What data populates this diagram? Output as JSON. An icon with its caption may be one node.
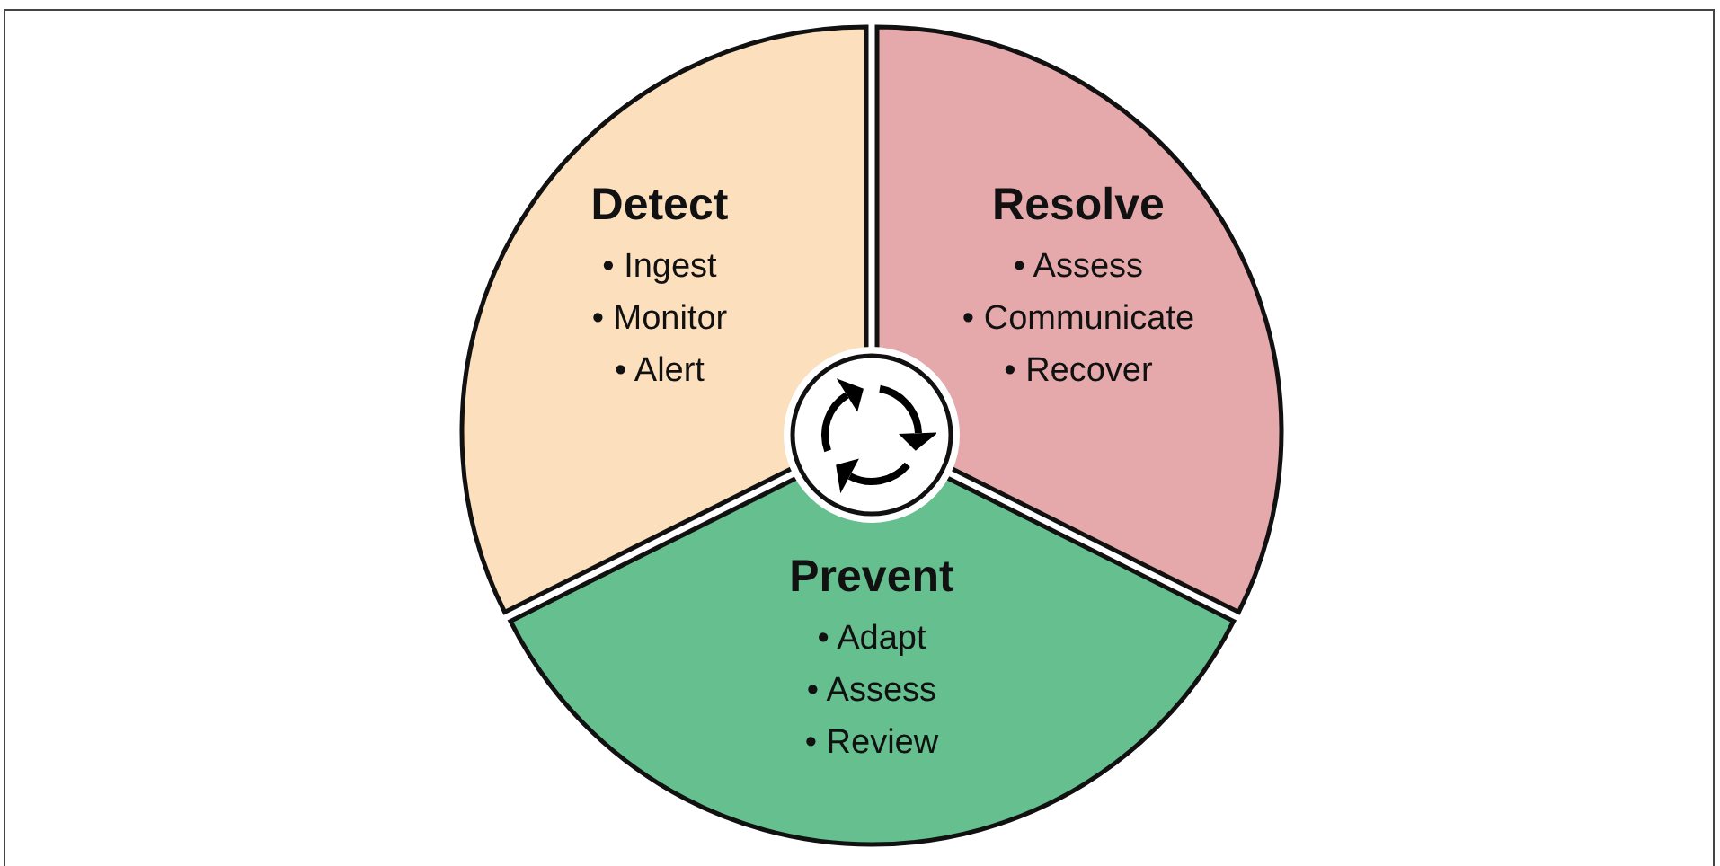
{
  "diagram": {
    "nodes": [
      {
        "text": [
          "Detect",
          "• Ingest",
          "• Monitor",
          "• Alert"
        ]
      },
      {
        "text": [
          "Resolve",
          "• Assess",
          "• Communicate",
          "• Recover"
        ]
      },
      {
        "text": [
          "Prevent",
          "• Adapt",
          "• Assess",
          "• Review"
        ]
      },
      {
        "text": [],
        "shape": "circle"
      }
    ]
  }
}
